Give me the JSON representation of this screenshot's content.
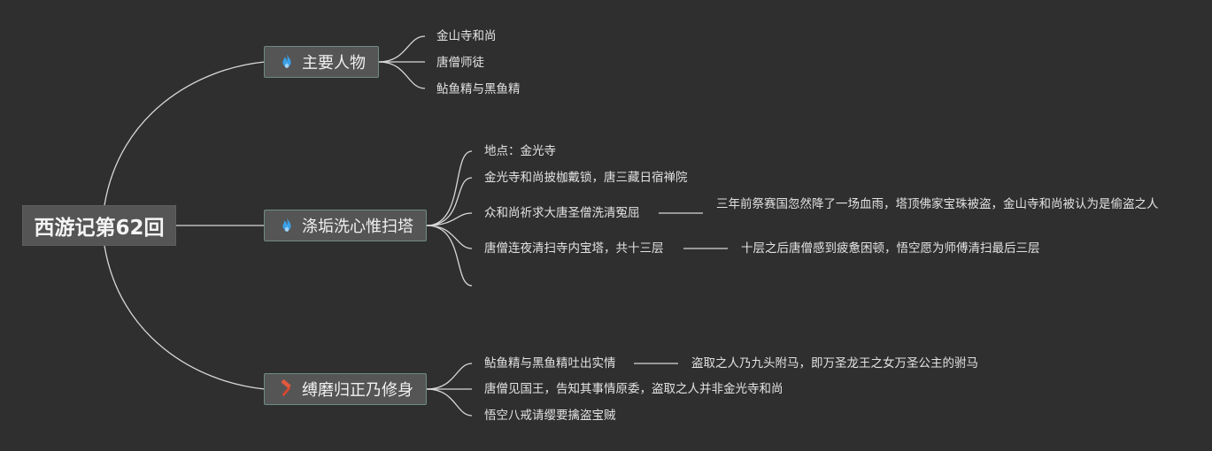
{
  "root": {
    "title": "西游记第62回"
  },
  "branches": [
    {
      "label": "主要人物",
      "icon": "fire-icon",
      "icon_color": "#3aa0e8",
      "items": [
        {
          "text": "金山寺和尚"
        },
        {
          "text": "唐僧师徒"
        },
        {
          "text": "鲇鱼精与黑鱼精"
        }
      ]
    },
    {
      "label": "涤垢洗心惟扫塔",
      "icon": "fire-icon",
      "icon_color": "#3aa0e8",
      "items": [
        {
          "text": "地点：金光寺"
        },
        {
          "text": "金光寺和尚披枷戴锁，唐三藏日宿禅院"
        },
        {
          "text": "众和尚祈求大唐圣僧洗清冤屈",
          "detail": "三年前祭赛国忽然降了一场血雨，塔顶佛家宝珠被盗，金山寺和尚被认为是偷盗之人"
        },
        {
          "text": "唐僧连夜清扫寺内宝塔，共十三层",
          "detail": "十层之后唐僧感到疲惫困顿，悟空愿为师傅清扫最后三层"
        },
        {
          "text": ""
        }
      ]
    },
    {
      "label": "缚磨归正乃修身",
      "icon": "hammer-icon",
      "icon_color": "#d9452f",
      "items": [
        {
          "text": "鲇鱼精与黑鱼精吐出实情",
          "detail": "盗取之人乃九头附马，即万圣龙王之女万圣公主的驸马"
        },
        {
          "text": "唐僧见国王，告知其事情原委，盗取之人并非金光寺和尚"
        },
        {
          "text": "悟空八戒请缨要擒盗宝贼"
        }
      ]
    }
  ]
}
